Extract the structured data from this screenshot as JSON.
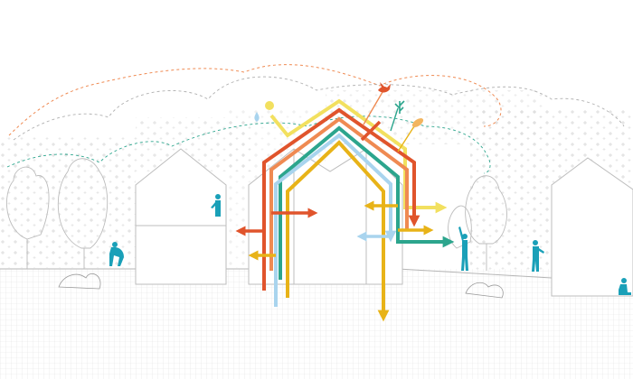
{
  "diagram": {
    "background": "#ffffff",
    "colors": {
      "red": "#e0542c",
      "orange": "#ef8a52",
      "yellow": "#f2e05f",
      "gold": "#e8b318",
      "teal": "#2ca58d",
      "lightblue": "#a9d4ee",
      "cyan": "#1aa0b8",
      "line": "#bfbfbf",
      "ground": "#dddddd",
      "texture": "#c6c6c6"
    },
    "icons": [
      "sun-icon",
      "water-drop-icon",
      "bird-icon",
      "plant-icon",
      "seed-icon"
    ],
    "figures": [
      "person-in-window",
      "crouching-person",
      "person-reaching",
      "person-standing",
      "person-sitting"
    ]
  }
}
